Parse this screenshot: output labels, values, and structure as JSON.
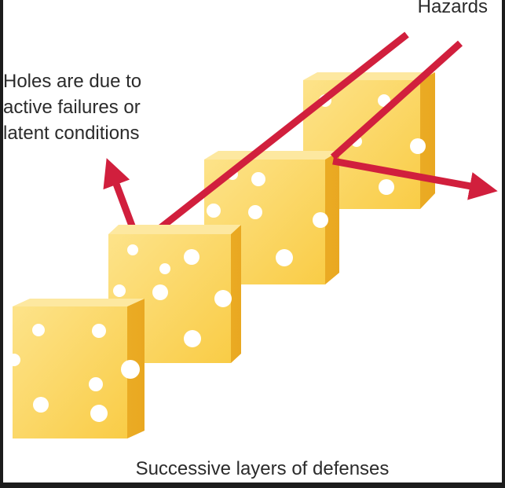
{
  "labels": {
    "hazards": "Hazards",
    "holes_lines": [
      "Holes are due to",
      "active failures or",
      "latent conditions"
    ],
    "caption": "Successive layers of defenses"
  },
  "colors": {
    "cheese_front": "#fcd65e",
    "cheese_side": "#f2b52a",
    "cheese_top": "#fde08a",
    "arrow": "#d11f3d",
    "text": "#2b2b2b"
  }
}
